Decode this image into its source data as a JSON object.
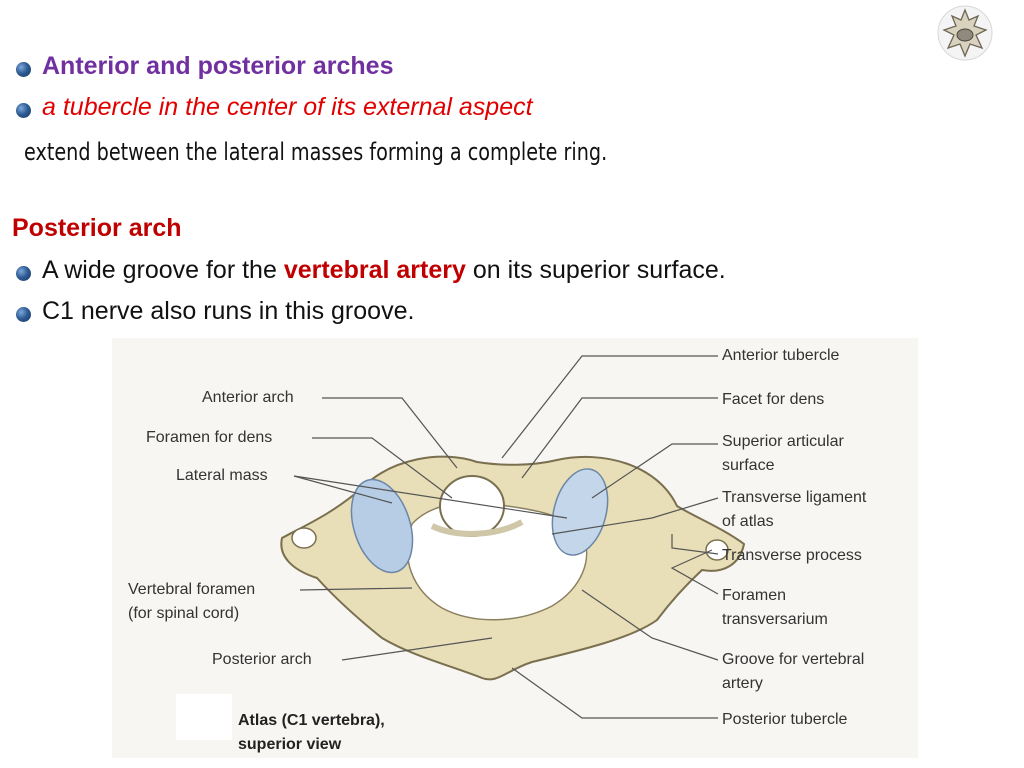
{
  "bullets_top": [
    {
      "text": "Anterior and posterior arches"
    },
    {
      "text": "a tubercle in the center of its external aspect"
    }
  ],
  "description": "extend between the lateral masses forming a complete ring.",
  "section_heading": "Posterior arch",
  "posterior_bullets": [
    {
      "before": "A wide groove for the ",
      "highlight": "vertebral artery",
      "after": " on its superior surface."
    },
    {
      "text": "C1 nerve also runs in this groove."
    }
  ],
  "figure": {
    "left_labels": {
      "anterior_arch": "Anterior arch",
      "foramen_for_dens": "Foramen for dens",
      "lateral_mass": "Lateral mass",
      "vertebral_foramen_1": "Vertebral foramen",
      "vertebral_foramen_2": "(for spinal cord)",
      "posterior_arch": "Posterior arch"
    },
    "right_labels": {
      "anterior_tubercle": "Anterior tubercle",
      "facet_for_dens": "Facet for dens",
      "superior_articular_1": "Superior articular",
      "superior_articular_2": "surface",
      "transverse_ligament_1": "Transverse ligament",
      "transverse_ligament_2": "of atlas",
      "transverse_process": "Transverse process",
      "foramen_transversarium_1": "Foramen",
      "foramen_transversarium_2": "transversarium",
      "groove_1": "Groove for vertebral",
      "groove_2": "artery",
      "posterior_tubercle": "Posterior tubercle"
    },
    "caption_1": "Atlas (C1 vertebra),",
    "caption_2": "superior view"
  }
}
